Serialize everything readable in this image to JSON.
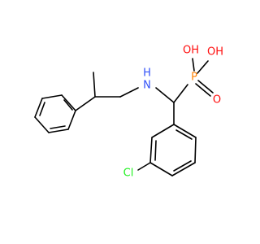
{
  "molecule": {
    "atoms": {
      "nitrogen": {
        "label": "N",
        "hydrogen": "H",
        "color": "#3050F8"
      },
      "phosphorus": {
        "label": "P",
        "color": "#FF8000"
      },
      "hydroxyl_left": {
        "label": "OH",
        "color": "#FF0D0D"
      },
      "hydroxyl_right": {
        "label": "OH",
        "color": "#FF0D0D"
      },
      "oxo": {
        "label": "O",
        "color": "#FF0D0D"
      },
      "chlorine": {
        "label": "Cl",
        "color": "#1FF01F"
      }
    }
  }
}
